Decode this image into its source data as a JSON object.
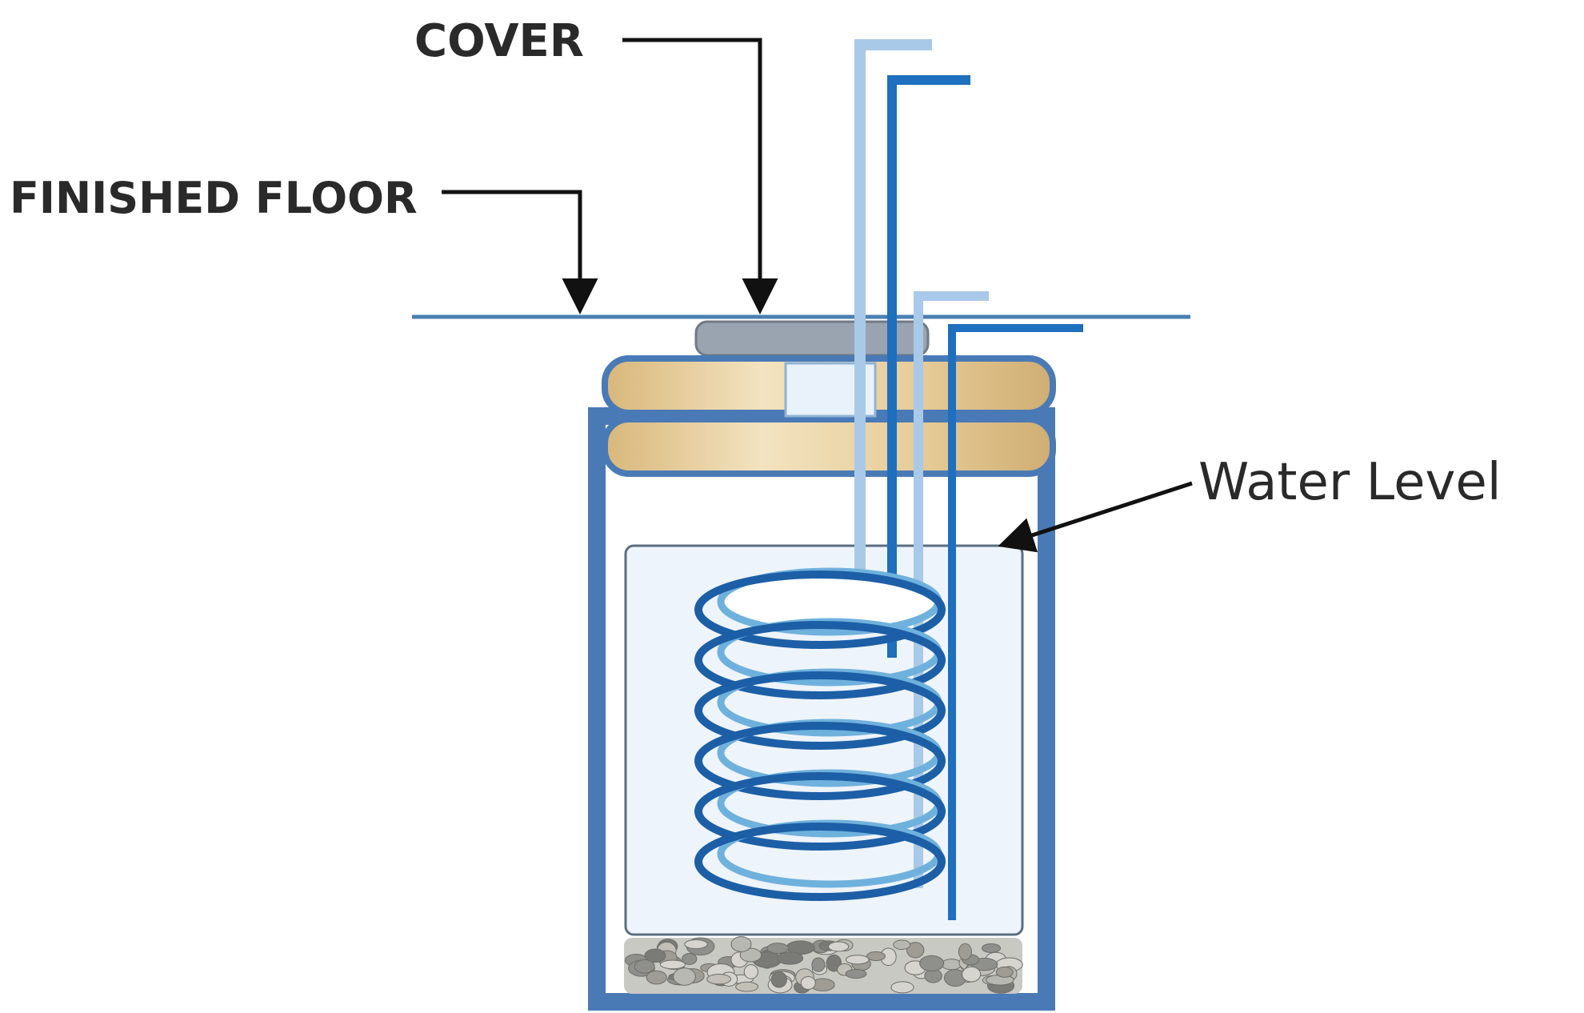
{
  "labels": {
    "cover": "COVER",
    "finished_floor": "FINISHED FLOOR",
    "water_level": "Water Level"
  },
  "colors": {
    "floor_line": "#4a7fb0",
    "cover": "#9aa4b0",
    "collar": "#e2c896",
    "well_wall": "#4a7ab6",
    "water": "#eef4fb",
    "pipe_light": "#a9c9e8",
    "pipe_dark": "#1e6fbd",
    "coil_dark": "#1c5fa6",
    "coil_light": "#6fb1dd",
    "gravel": "#a9aaa6",
    "arrow": "#111111"
  },
  "coil_turns": 6
}
